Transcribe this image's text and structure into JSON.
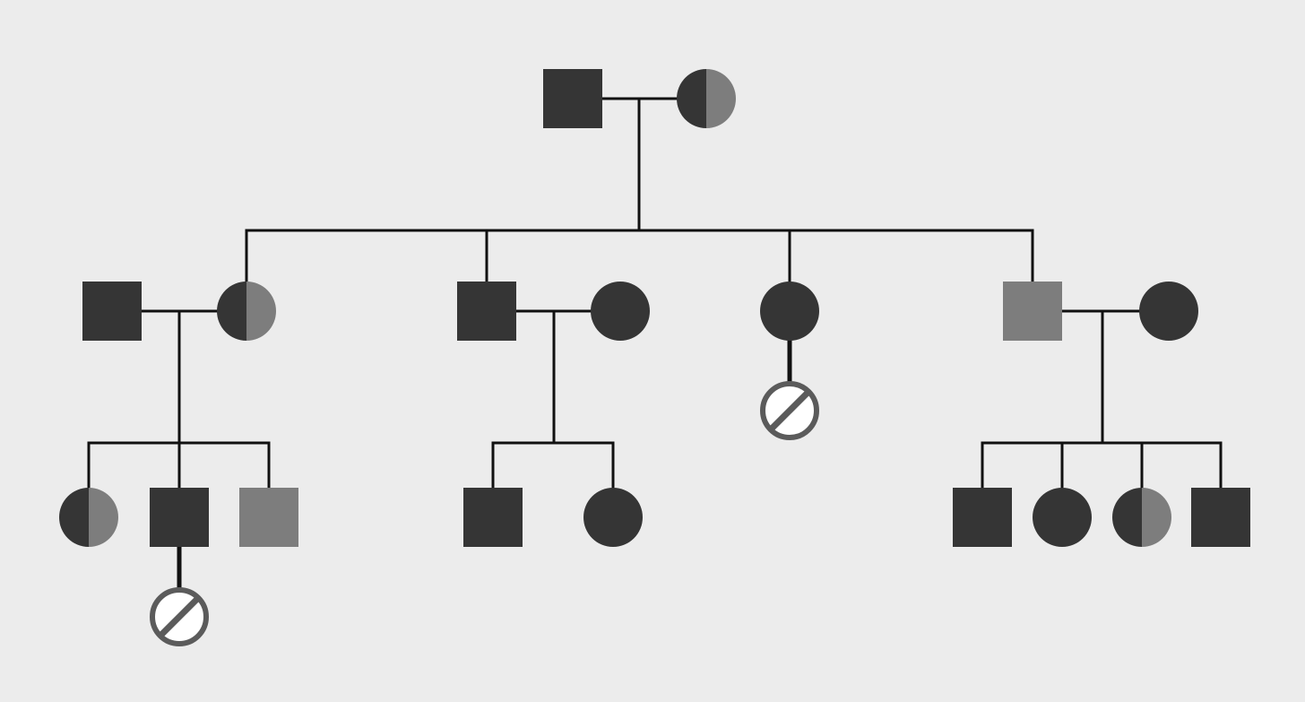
{
  "diagram": {
    "type": "pedigree",
    "colors": {
      "background": "#ececec",
      "affected": "#353535",
      "partial": "#7d7d7d",
      "line": "#111111",
      "no_offspring_ring": "#5b5b5b",
      "no_offspring_fill": "#ffffff"
    },
    "individuals": [
      {
        "id": "gen1-father",
        "sex": "male",
        "left": "affected",
        "right": "affected"
      },
      {
        "id": "gen1-mother",
        "sex": "female",
        "left": "affected",
        "right": "partial"
      },
      {
        "id": "gen2-spouse-a",
        "sex": "male",
        "left": "affected",
        "right": "affected"
      },
      {
        "id": "gen2-daughter-a",
        "sex": "female",
        "left": "affected",
        "right": "partial"
      },
      {
        "id": "gen2-son-b",
        "sex": "male",
        "left": "affected",
        "right": "affected"
      },
      {
        "id": "gen2-spouse-b",
        "sex": "female",
        "left": "affected",
        "right": "affected"
      },
      {
        "id": "gen2-daughter-c",
        "sex": "female",
        "left": "affected",
        "right": "affected"
      },
      {
        "id": "gen2-son-d",
        "sex": "male",
        "left": "partial",
        "right": "partial"
      },
      {
        "id": "gen2-spouse-d",
        "sex": "female",
        "left": "affected",
        "right": "affected"
      },
      {
        "id": "gen3-a-daughter",
        "sex": "female",
        "left": "affected",
        "right": "partial"
      },
      {
        "id": "gen3-a-son-1",
        "sex": "male",
        "left": "affected",
        "right": "affected"
      },
      {
        "id": "gen3-a-son-2",
        "sex": "male",
        "left": "partial",
        "right": "partial"
      },
      {
        "id": "gen3-b-son",
        "sex": "male",
        "left": "affected",
        "right": "affected"
      },
      {
        "id": "gen3-b-daughter",
        "sex": "female",
        "left": "affected",
        "right": "affected"
      },
      {
        "id": "gen3-d-son-1",
        "sex": "male",
        "left": "affected",
        "right": "affected"
      },
      {
        "id": "gen3-d-daughter-1",
        "sex": "female",
        "left": "affected",
        "right": "affected"
      },
      {
        "id": "gen3-d-daughter-2",
        "sex": "female",
        "left": "affected",
        "right": "partial"
      },
      {
        "id": "gen3-d-son-2",
        "sex": "male",
        "left": "affected",
        "right": "affected"
      }
    ],
    "no_offspring_markers": [
      {
        "of": "gen2-daughter-c"
      },
      {
        "of": "gen3-a-son-1"
      }
    ]
  }
}
